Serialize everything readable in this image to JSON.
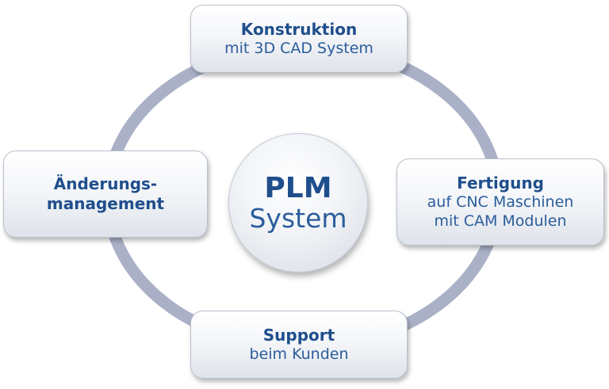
{
  "center": {
    "title": "PLM",
    "subtitle": "System"
  },
  "nodes": {
    "top": {
      "title": "Konstruktion",
      "lines": [
        "mit 3D CAD System"
      ]
    },
    "right": {
      "title": "Fertigung",
      "lines": [
        "auf CNC Maschinen",
        "mit CAM Modulen"
      ]
    },
    "bottom": {
      "title": "Support",
      "lines": [
        "beim Kunden"
      ]
    },
    "left": {
      "title_lines": [
        "Änderungs-",
        "management"
      ]
    }
  },
  "colors": {
    "text": "#1f4e8c",
    "ring": "#aab1c7"
  }
}
